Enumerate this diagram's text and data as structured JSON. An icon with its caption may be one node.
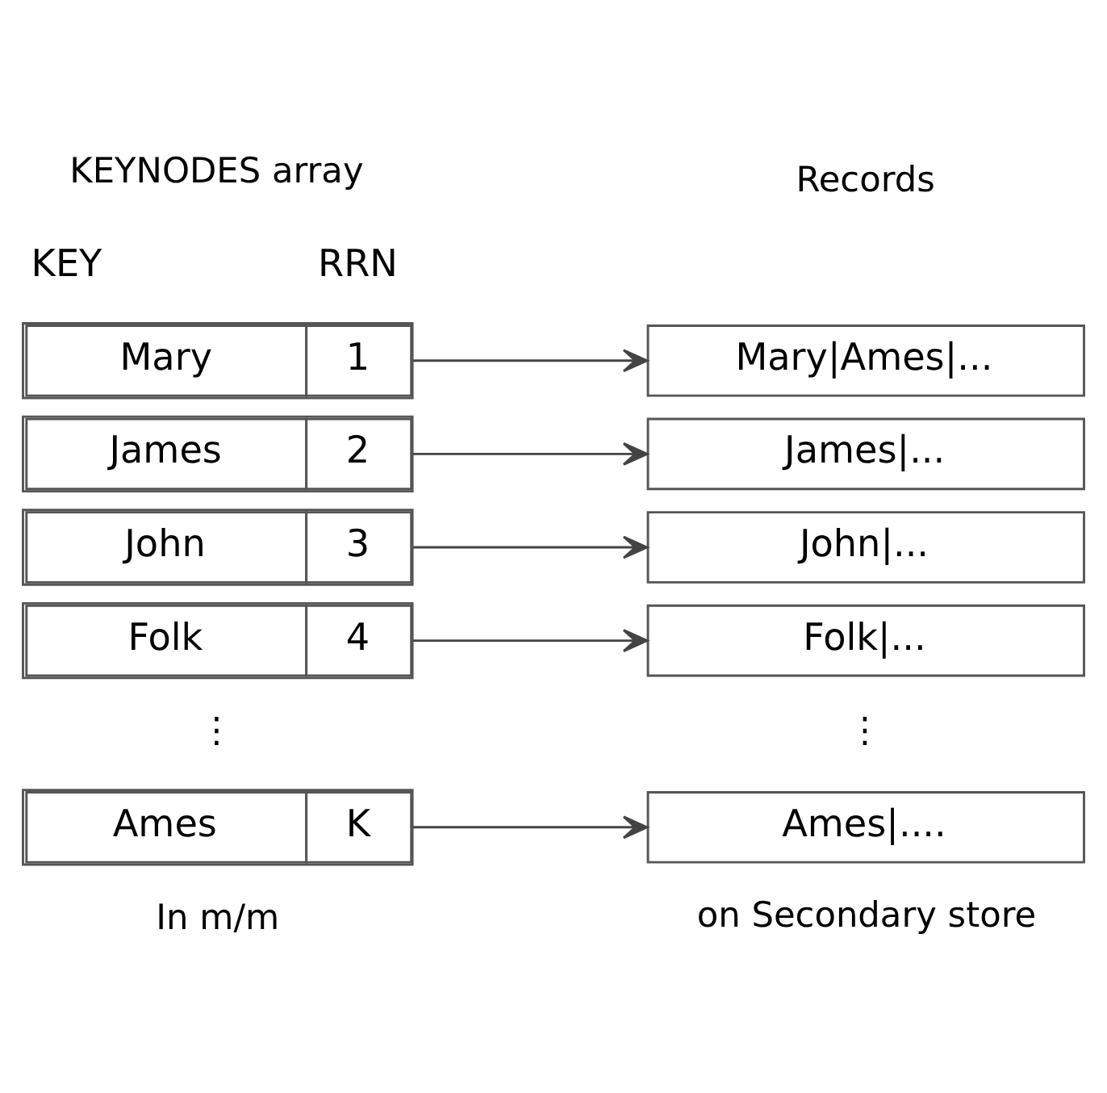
{
  "diagram": {
    "nodes": [
      {
        "text": [
          "Mary",
          "1"
        ]
      },
      {
        "text": [
          "James",
          "2"
        ]
      },
      {
        "text": [
          "John",
          "3"
        ]
      },
      {
        "text": [
          "Folk",
          "4"
        ]
      },
      {
        "text": [
          "Ames",
          "K"
        ]
      },
      {
        "text": [
          "Mary|Ames|..."
        ]
      },
      {
        "text": [
          "James|..."
        ]
      },
      {
        "text": [
          "John|..."
        ]
      },
      {
        "text": [
          "Folk|..."
        ]
      },
      {
        "text": [
          "Ames|...."
        ]
      }
    ],
    "edges": [
      {
        "from": 0,
        "to": 5,
        "arrow": "to"
      },
      {
        "from": 1,
        "to": 6,
        "arrow": "to"
      },
      {
        "from": 2,
        "to": 7,
        "arrow": "to"
      },
      {
        "from": 3,
        "to": 8,
        "arrow": "to"
      },
      {
        "from": 4,
        "to": 9,
        "arrow": "to"
      }
    ],
    "labels": [
      "KEYNODES array",
      "Records",
      "KEY",
      "RRN",
      "⋮",
      "⋮",
      "In m/m",
      "on Secondary store"
    ]
  }
}
